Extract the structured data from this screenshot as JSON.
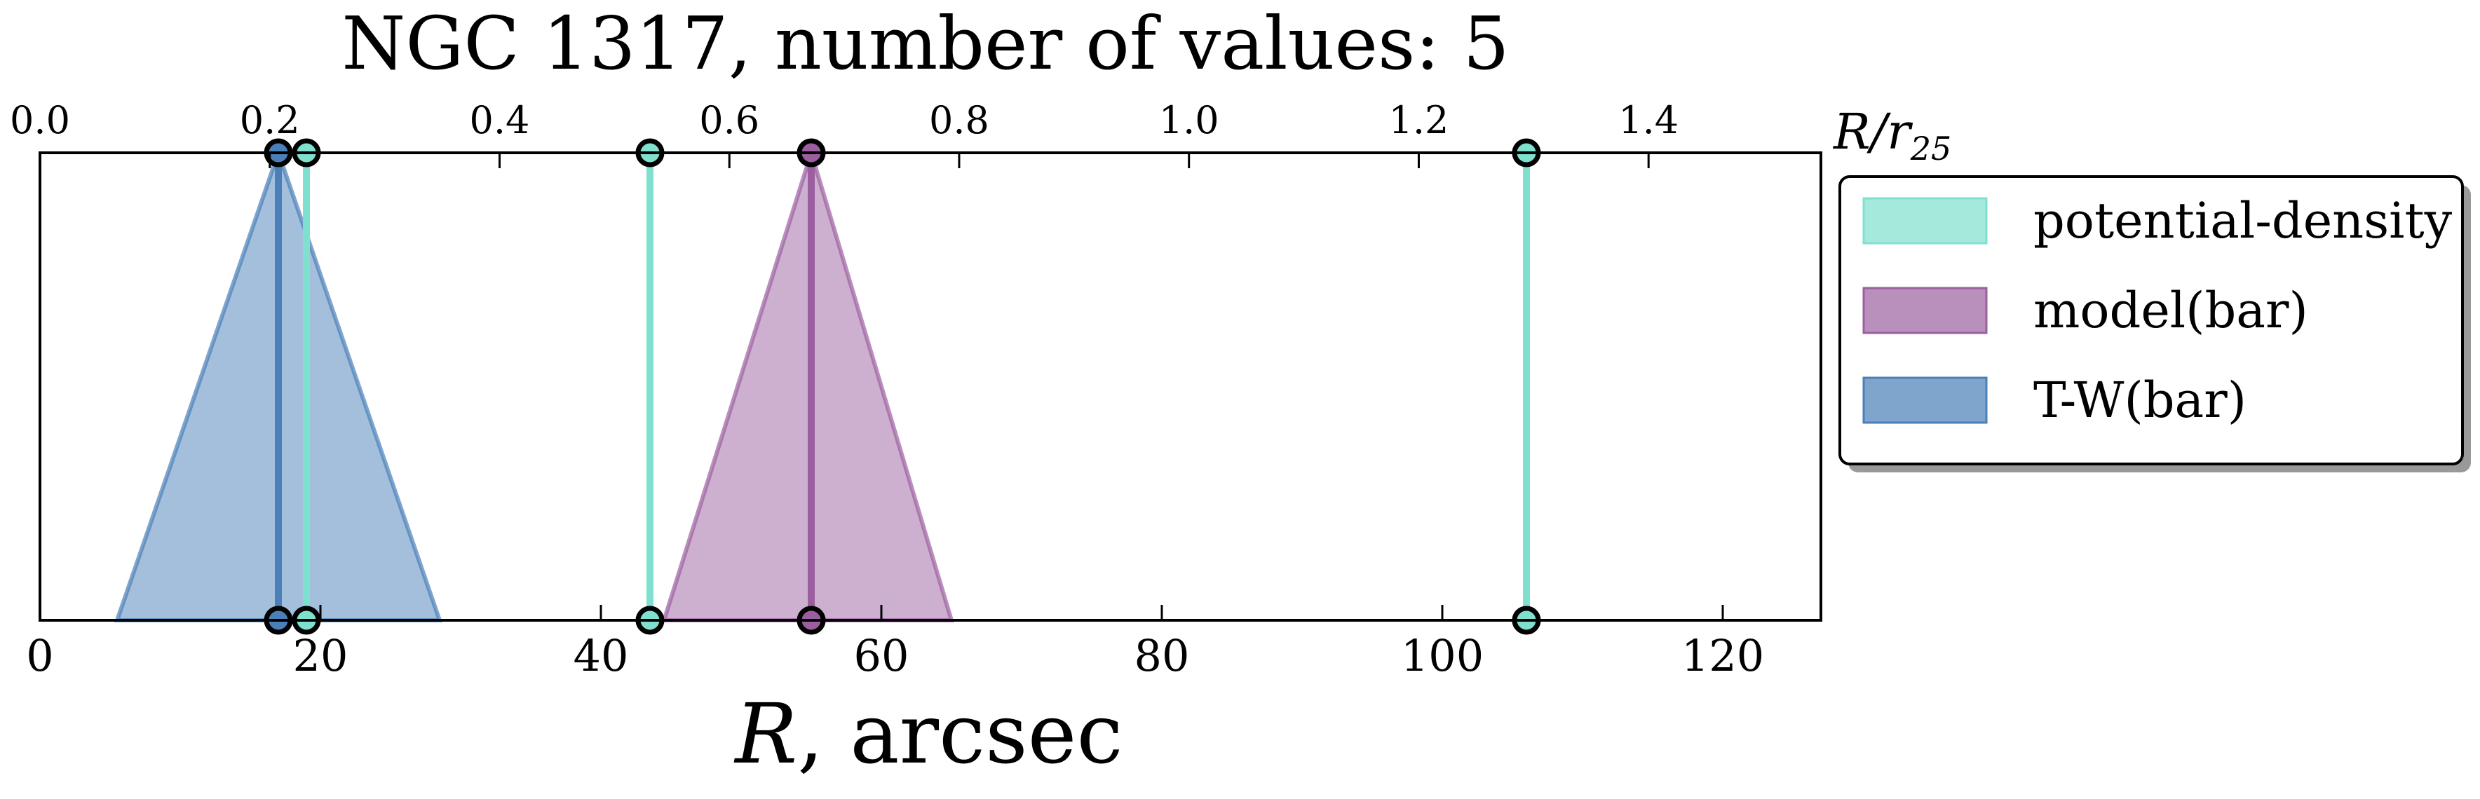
{
  "chart_data": {
    "type": "line",
    "title": "NGC 1317, number of values: 5",
    "xlabel_symbol": "R",
    "xlabel_unit": ", arcsec",
    "top_axis_label_main": "R/r",
    "top_axis_label_sub": "25",
    "xlim": [
      0,
      127
    ],
    "top_xlim": [
      0.0,
      1.55
    ],
    "x_ticks": [
      0,
      20,
      40,
      60,
      80,
      100,
      120
    ],
    "top_ticks": [
      "0.0",
      "0.2",
      "0.4",
      "0.6",
      "0.8",
      "1.0",
      "1.2",
      "1.4"
    ],
    "grid": false,
    "legend_position": "upper-right, outside plot",
    "series": [
      {
        "name": "potential-density",
        "color": "#7fe0cf",
        "kind": "lines",
        "values": [
          19.0,
          43.5,
          106.0
        ]
      },
      {
        "name": "model(bar)",
        "color": "#9b5fa0",
        "kind": "triangle",
        "center": 55.0,
        "lower": 44.5,
        "upper": 65.0
      },
      {
        "name": "T-W(bar)",
        "color": "#4a7fb8",
        "kind": "triangle",
        "center": 17.0,
        "lower": 5.5,
        "upper": 28.5
      }
    ]
  }
}
